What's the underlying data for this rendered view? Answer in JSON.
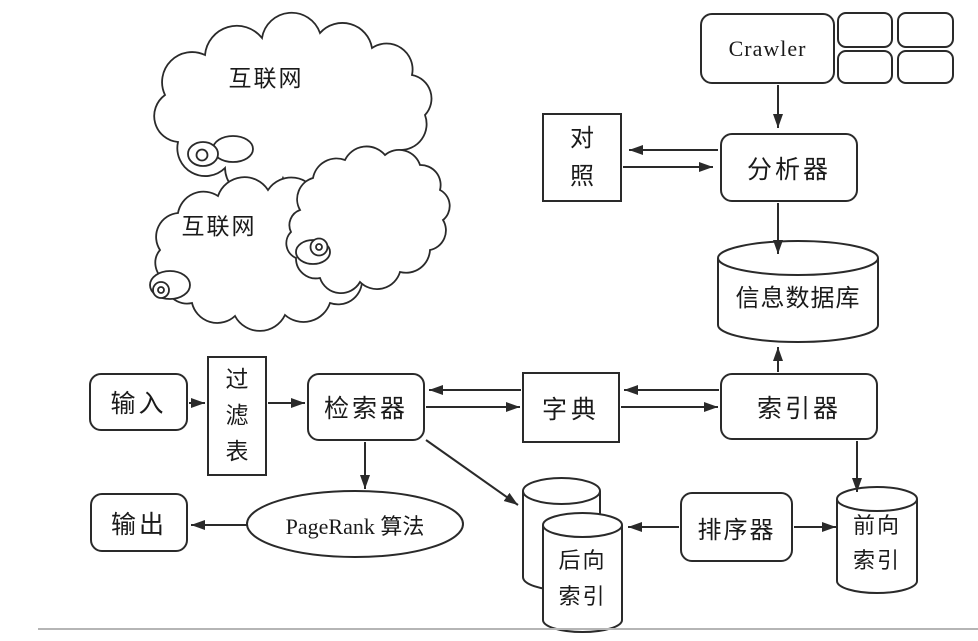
{
  "diagram": {
    "cloud_labels": [
      "互联网",
      "互联网"
    ],
    "nodes": {
      "crawler": "Crawler",
      "comparison": "对\n照",
      "analyzer": "分析器",
      "info_database": "信息数据库",
      "input": "输入",
      "filter_table": "过\n滤\n表",
      "retriever": "检索器",
      "dictionary": "字典",
      "indexer": "索引器",
      "output": "输出",
      "pagerank": "PageRank 算法",
      "backward_index": "后向\n索引",
      "sorter": "排序器",
      "forward_index": "前向\n索引"
    },
    "colors": {
      "line": "#2a2a2a",
      "background": "#ffffff",
      "footer_line": "#b5b5b5"
    }
  }
}
